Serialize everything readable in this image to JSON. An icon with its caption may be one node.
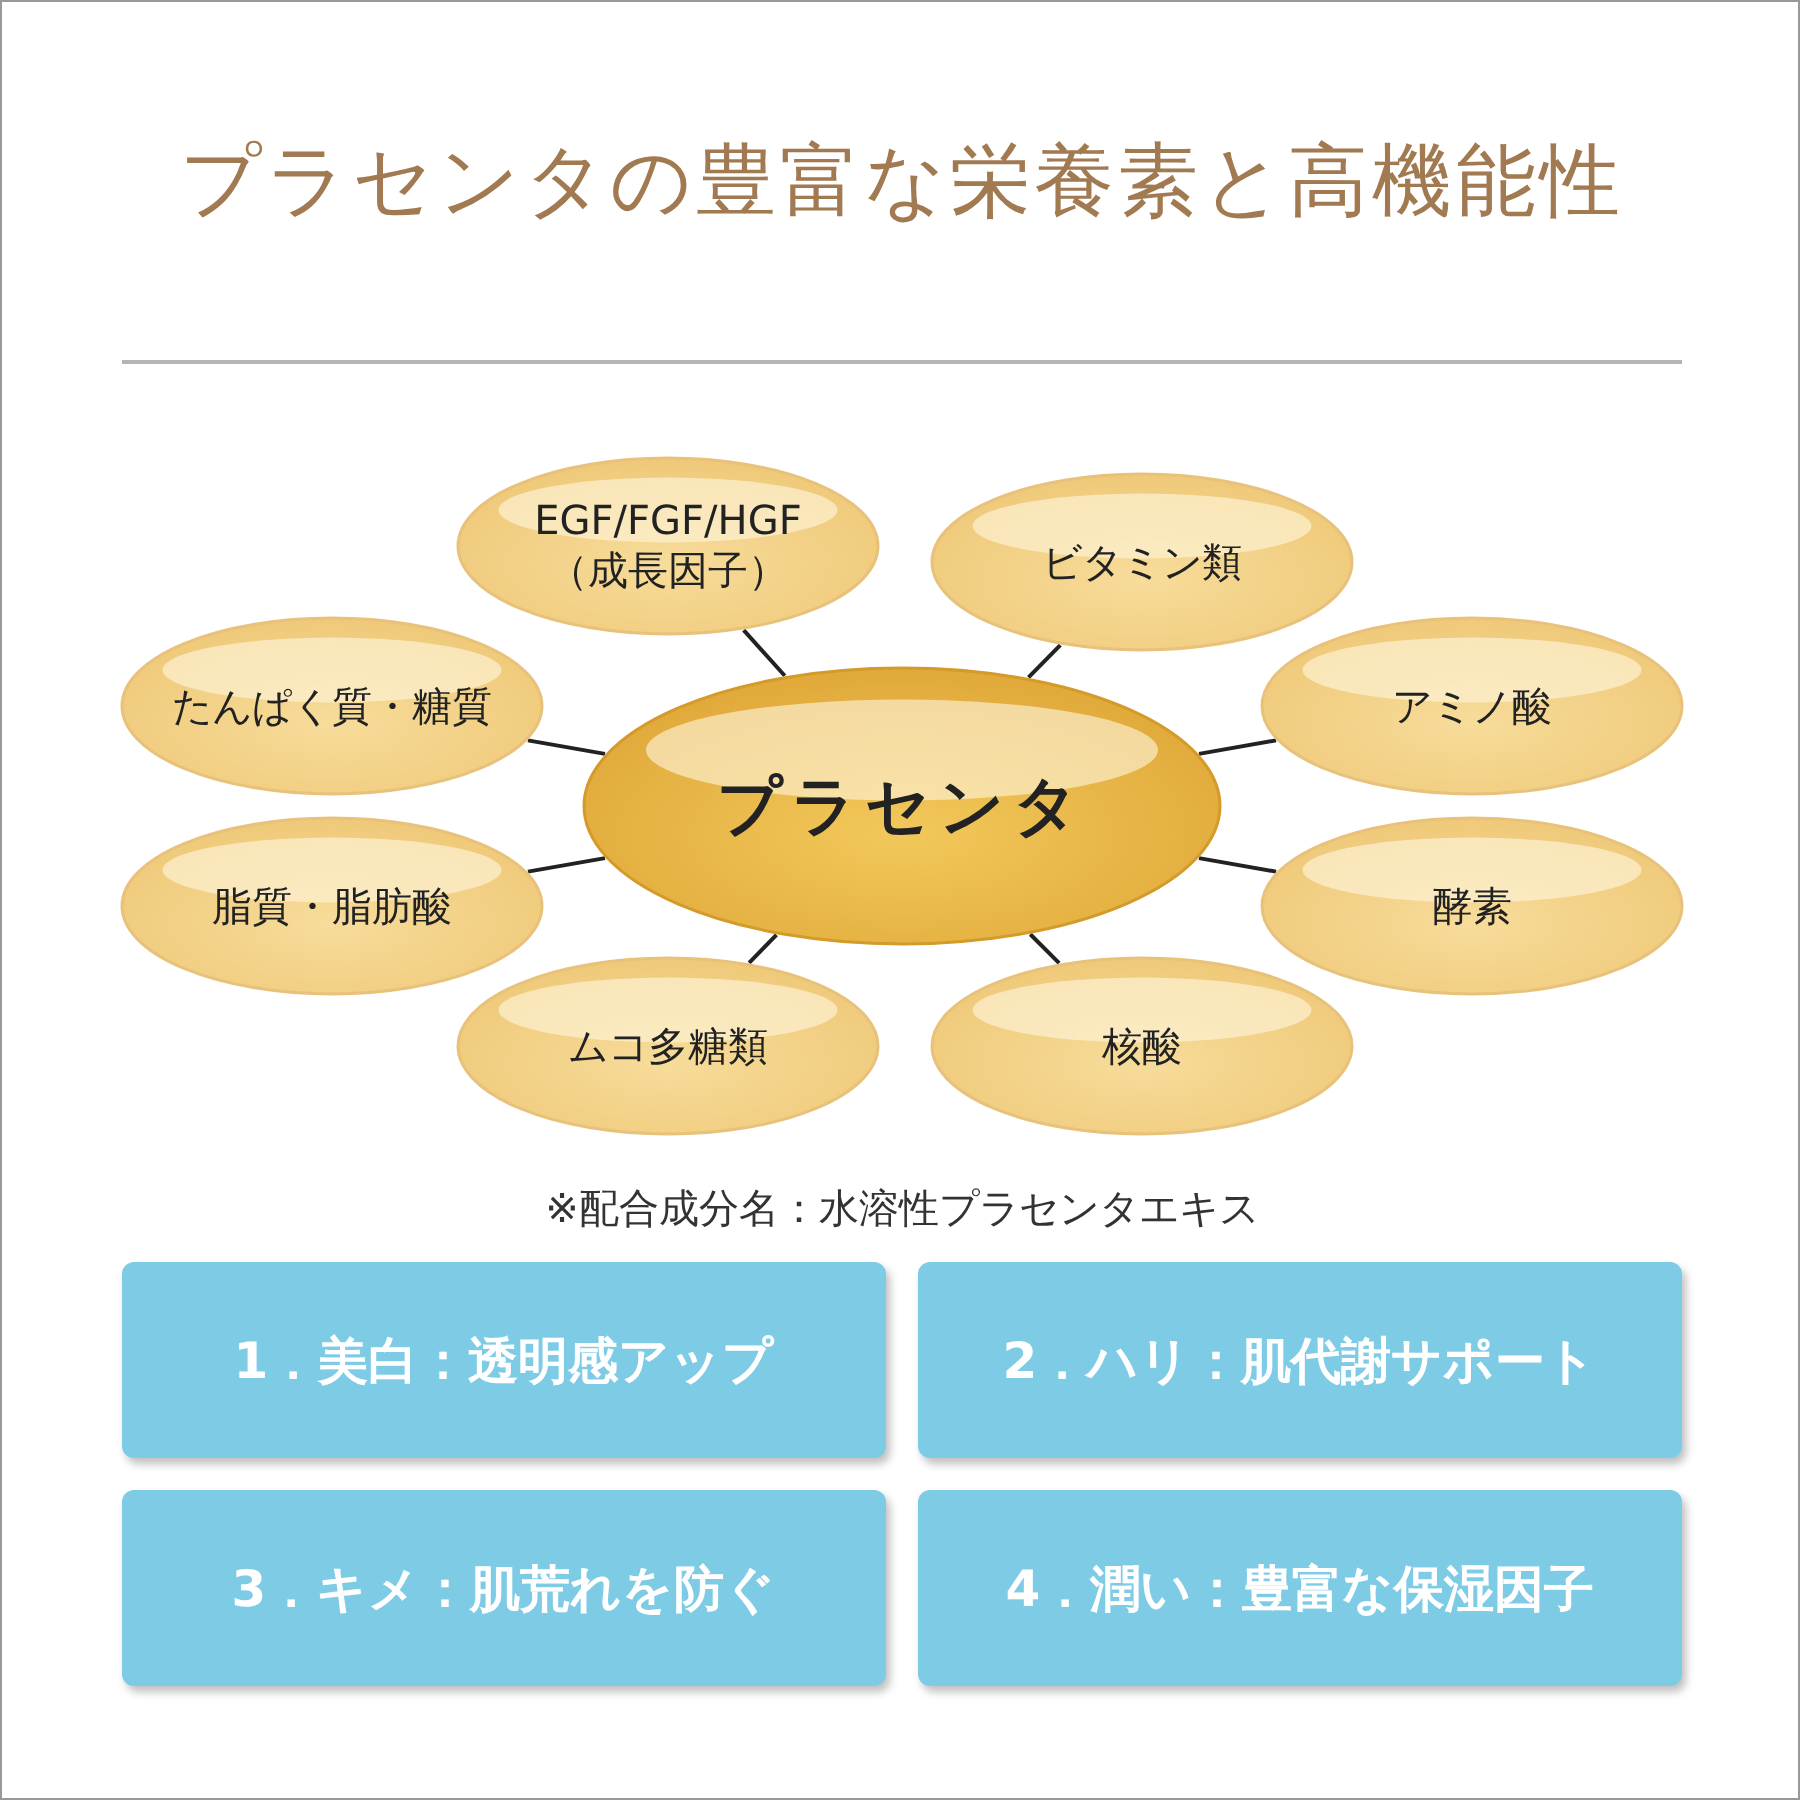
{
  "diagram": {
    "title": "プラセンタの豊富な栄養素と高機能性",
    "nodes": [
      {
        "text": [
          "プラセンタ"
        ]
      },
      {
        "text": [
          "EGF/FGF/HGF （成長因子）"
        ]
      },
      {
        "text": [
          "ビタミン類"
        ]
      },
      {
        "text": [
          "たんぱく質・糖質"
        ]
      },
      {
        "text": [
          "アミノ酸"
        ]
      },
      {
        "text": [
          "脂質・脂肪酸"
        ]
      },
      {
        "text": [
          "酵素"
        ]
      },
      {
        "text": [
          "ムコ多糖類"
        ]
      },
      {
        "text": [
          "核酸"
        ]
      },
      {
        "text": [
          "1．美白：透明感アップ"
        ]
      },
      {
        "text": [
          "2．ハリ：肌代謝サポート"
        ]
      },
      {
        "text": [
          "3．キメ：肌荒れを防ぐ"
        ]
      },
      {
        "text": [
          "4．潤い：豊富な保湿因子"
        ]
      }
    ],
    "edges": [
      {
        "from": 0,
        "to": 1,
        "arrow": "none"
      },
      {
        "from": 0,
        "to": 2,
        "arrow": "none"
      },
      {
        "from": 0,
        "to": 3,
        "arrow": "none"
      },
      {
        "from": 0,
        "to": 4,
        "arrow": "none"
      },
      {
        "from": 0,
        "to": 5,
        "arrow": "none"
      },
      {
        "from": 0,
        "to": 6,
        "arrow": "none"
      },
      {
        "from": 0,
        "to": 7,
        "arrow": "none"
      },
      {
        "from": 0,
        "to": 8,
        "arrow": "none"
      }
    ],
    "labels": [
      "※配合成分名：水溶性プラセンタエキス"
    ]
  }
}
